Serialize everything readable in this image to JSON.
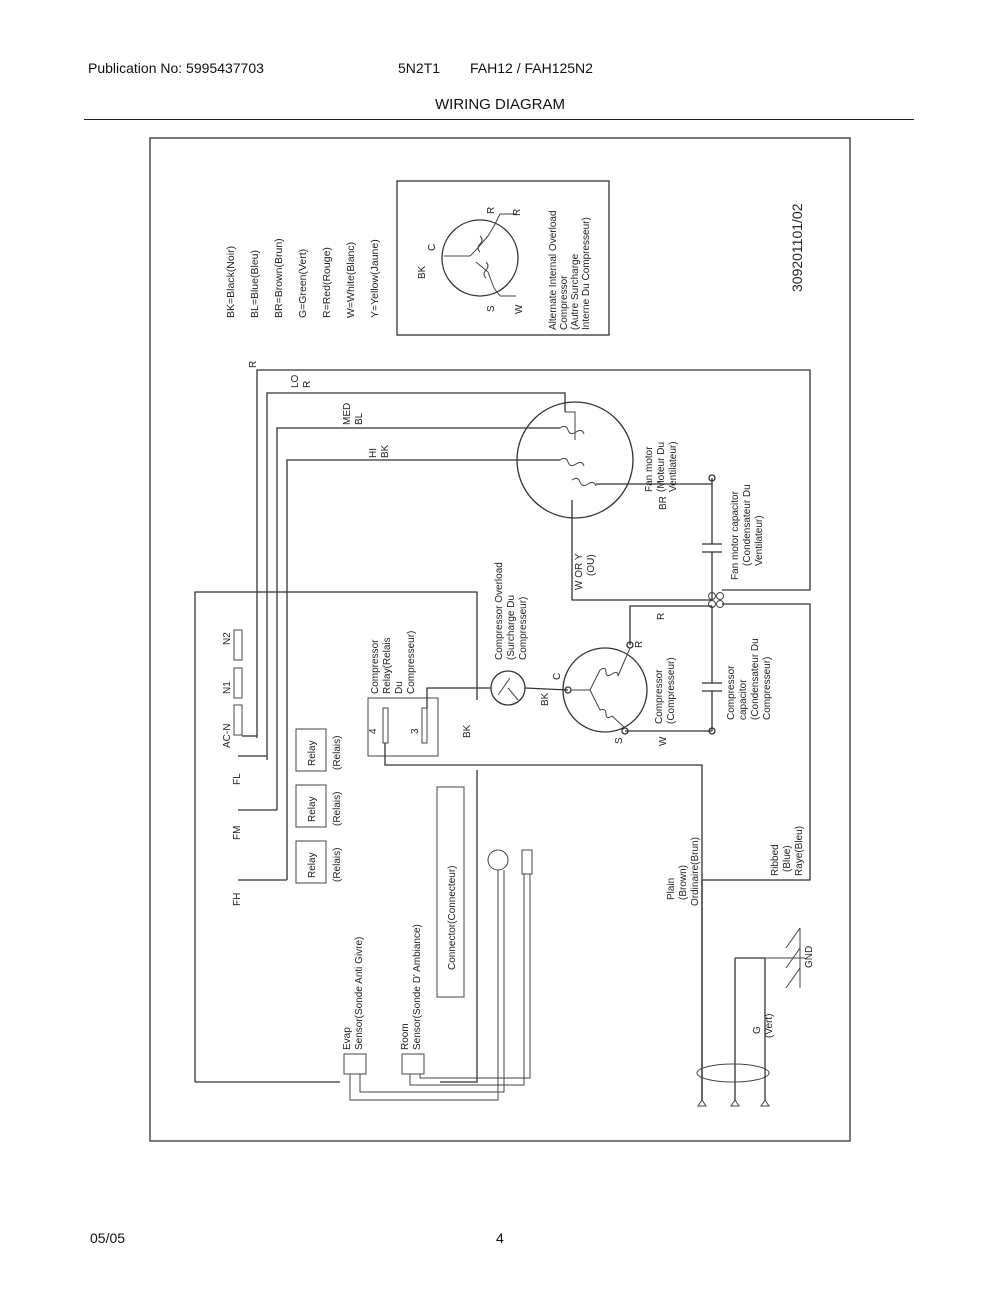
{
  "header": {
    "publication": "Publication No: 5995437703",
    "model_code": "5N2T1",
    "models": "FAH12 / FAH125N2",
    "title": "WIRING DIAGRAM"
  },
  "footer": {
    "date": "05/05",
    "page": "4"
  },
  "diagram": {
    "part_number": "309201101/02",
    "color_legend": [
      "BK=Black(Noir)",
      "BL=Blue(Bleu)",
      "BR=Brown(Brun)",
      "G=Green(Vert)",
      "R=Red(Rouge)",
      "W=White(Blanc)",
      "Y=Yellow(Jaune)"
    ],
    "alt_overload": {
      "label_1": "Alternate Internal Overload",
      "label_2": "Compressor",
      "label_3": "(Autre Surcharge",
      "label_4": "Interne Du Compresseur)",
      "t_c": "C",
      "t_bk": "BK",
      "t_r1": "R",
      "t_r2": "R",
      "t_s": "S",
      "t_w": "W"
    },
    "wires": {
      "r": "R",
      "lo": "LO",
      "lo_r": "R",
      "med": "MED",
      "med_bl": "BL",
      "hi": "HI",
      "hi_bk": "BK",
      "br": "BR",
      "w_or_y": "W  OR  Y",
      "ou": "(OU)",
      "comp_bk": "BK",
      "comp_c": "C",
      "comp_r": "R",
      "comp_w": "W",
      "comp_s": "S",
      "relay_bk": "BK",
      "comp_r2": "R"
    },
    "fan_motor": [
      "Fan motor",
      "(Moteur Du",
      "Ventilateur)"
    ],
    "fan_cap": [
      "Fan motor capacitor",
      "(Condensateur Du",
      "Ventilateur)"
    ],
    "comp_overload": [
      "Compressor Overload",
      "(Surcharge Du",
      "Compresseur)"
    ],
    "compressor": [
      "Compressor",
      "(Compresseur)"
    ],
    "comp_cap": [
      "Compressor",
      "capacitor",
      "(Condensateur Du",
      "Compresseur)"
    ],
    "comp_relay": [
      "Compressor",
      "Relay(Relais",
      "Du",
      "Compresseur)"
    ],
    "relay_pins": {
      "p4": "4",
      "p3": "3"
    },
    "board": {
      "n2": "N2",
      "n1": "N1",
      "acn": "AC-N",
      "fl": "FL",
      "fm": "FM",
      "fh": "FH",
      "relay": "Relay",
      "relais": "(Relais)",
      "connector": "Connector(Connecteur)",
      "evap": [
        "Evap",
        "Sensor(Sonde Anti Givre)"
      ],
      "room": [
        "Room",
        "Sensor(Sonde D' Ambiance)"
      ]
    },
    "plain": [
      "Plain",
      "(Brown)",
      "Ordinaire(Brun)"
    ],
    "ribbed": [
      "Ribbed",
      "(Blue)",
      "Raye(Bleu)"
    ],
    "gnd": "GND",
    "ground": [
      "G",
      "(Vert)"
    ]
  }
}
